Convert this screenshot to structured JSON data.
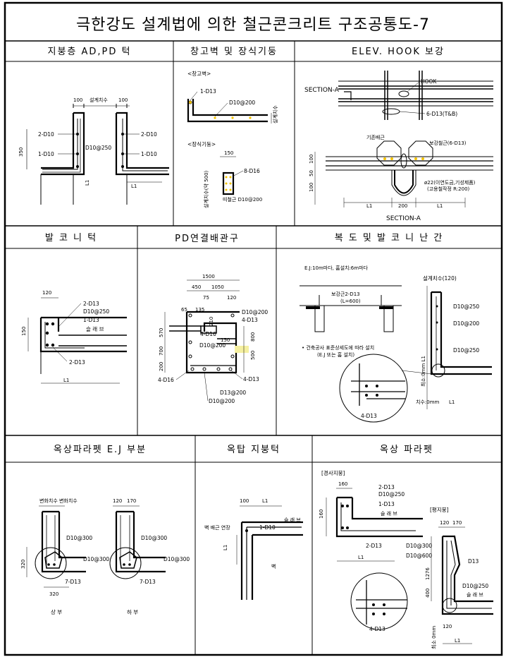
{
  "title": "극한강도 설계법에 의한 철근콘크리트 구조공통도-7",
  "panels": {
    "p1": {
      "header": "지붕층 AD,PD 턱",
      "dim_top_left": "100",
      "dim_top_mid": "설계치수",
      "dim_top_right": "100",
      "left_2d10": "2-D10",
      "left_1d10": "1-D10",
      "right_2d10": "2-D10",
      "right_1d10": "1-D10",
      "mid_d10": "D10@250",
      "h350": "350",
      "l1a": "L1",
      "l1b": "L1"
    },
    "p2": {
      "header": "창고벽 및 장식기둥",
      "sub1": "<창고벽>",
      "d13": "1-D13",
      "d10": "D10@200",
      "dimv": "설계치수",
      "sub2": "<장식기둥>",
      "w150": "150",
      "d16": "8-D16",
      "side": "설계치수(약 500)",
      "bottom": "띠철근 D10@200"
    },
    "p3": {
      "header": "ELEV. HOOK 보강",
      "sec_a_top": "SECTION-A",
      "hook": "HOOK",
      "d13tb": "6-D13(T&B)",
      "base": "기존배근",
      "bogang": "보강철근(6-D13)",
      "v100": "100",
      "v50": "50",
      "v100b": "100",
      "phi": "ø22(이연도금,기성제품)",
      "radius": "(고용철작정 R:200)",
      "l1a": "L1",
      "d200": "200",
      "l1b": "L1",
      "sec_a_bot": "SECTION-A"
    },
    "p4": {
      "header": "발 코 니 턱",
      "w120": "120",
      "d13a": "2-D13",
      "d10": "D10@250",
      "d13b": "1-D13",
      "slab": "슬 래 브",
      "h150": "150",
      "d13c": "2-D13",
      "l1": "L1"
    },
    "p5": {
      "header": "PD연결배관구",
      "w1500": "1500",
      "w450": "450",
      "w1050": "1050",
      "w75": "75",
      "w120": "120",
      "w65": "65",
      "w135": "135",
      "d10a": "D10@200",
      "d13a": "4-D13",
      "d16a": "4-D16",
      "d10b": "D10@200",
      "w150": "150",
      "h800": "800",
      "h500": "500",
      "v570": "570",
      "v700": "700",
      "v200": "200",
      "d16b": "4-D16",
      "d13b": "4-D13",
      "d13c": "D13@200",
      "d10c": "D10@200",
      "v210": "210"
    },
    "p6": {
      "header": "복 도 및 발 코 니 난 간",
      "ej": "E.J:10m마다, 홈설치:6m마다",
      "bogang": "보강근2-D13",
      "l600": "(L=600)",
      "note1": "• 건축공사 표준상세도에 따라 설치",
      "note2": "(E.J 또는 홈 설치)",
      "dimtop": "설계치수(120)",
      "d10a": "D10@250",
      "d10b": "D10@200",
      "d10c": "D10@250",
      "vlabel": "최소:0mm L1",
      "min": "치수:0mm",
      "l1": "L1",
      "d13": "4-D13"
    },
    "p7": {
      "header": "옥상파라펫 E.J 부분",
      "top_l": "변화치수 변화치수",
      "top_r1": "120",
      "top_r2": "170",
      "d10a": "D10@300",
      "d10b": "D10@300",
      "d10c": "D10@300",
      "d10d": "D10@300",
      "h320": "320",
      "w320": "320",
      "d13a": "7-D13",
      "d13b": "7-D13",
      "cap_a": "상 부",
      "cap_b": "하 부"
    },
    "p8": {
      "header": "옥탑 지붕턱",
      "w100": "100",
      "l1top": "L1",
      "note": "벽 배근 연장",
      "d10": "1-D10",
      "slab": "슬 래 브",
      "l1side": "L1",
      "wall": "벽"
    },
    "p9": {
      "header": "옥상 파라펫",
      "sub1": "[경사지붕]",
      "w160": "160",
      "d13a": "2-D13",
      "d10a": "D10@250",
      "d13b": "1-D13",
      "slab1": "슬 래 브",
      "h160": "160",
      "d13c": "2-D13",
      "l1a": "L1",
      "sub2": "[평지붕]",
      "w120": "120",
      "w170": "170",
      "d10b": "D10@300",
      "d10c": "D10@600",
      "d13d": "D13",
      "h1276": "1276",
      "h400": "400",
      "d10d": "D10@250",
      "slab2": "슬 래 브",
      "d13e": "4-D13",
      "w120b": "120",
      "min": "최소 0mm",
      "l1b": "L1"
    }
  }
}
